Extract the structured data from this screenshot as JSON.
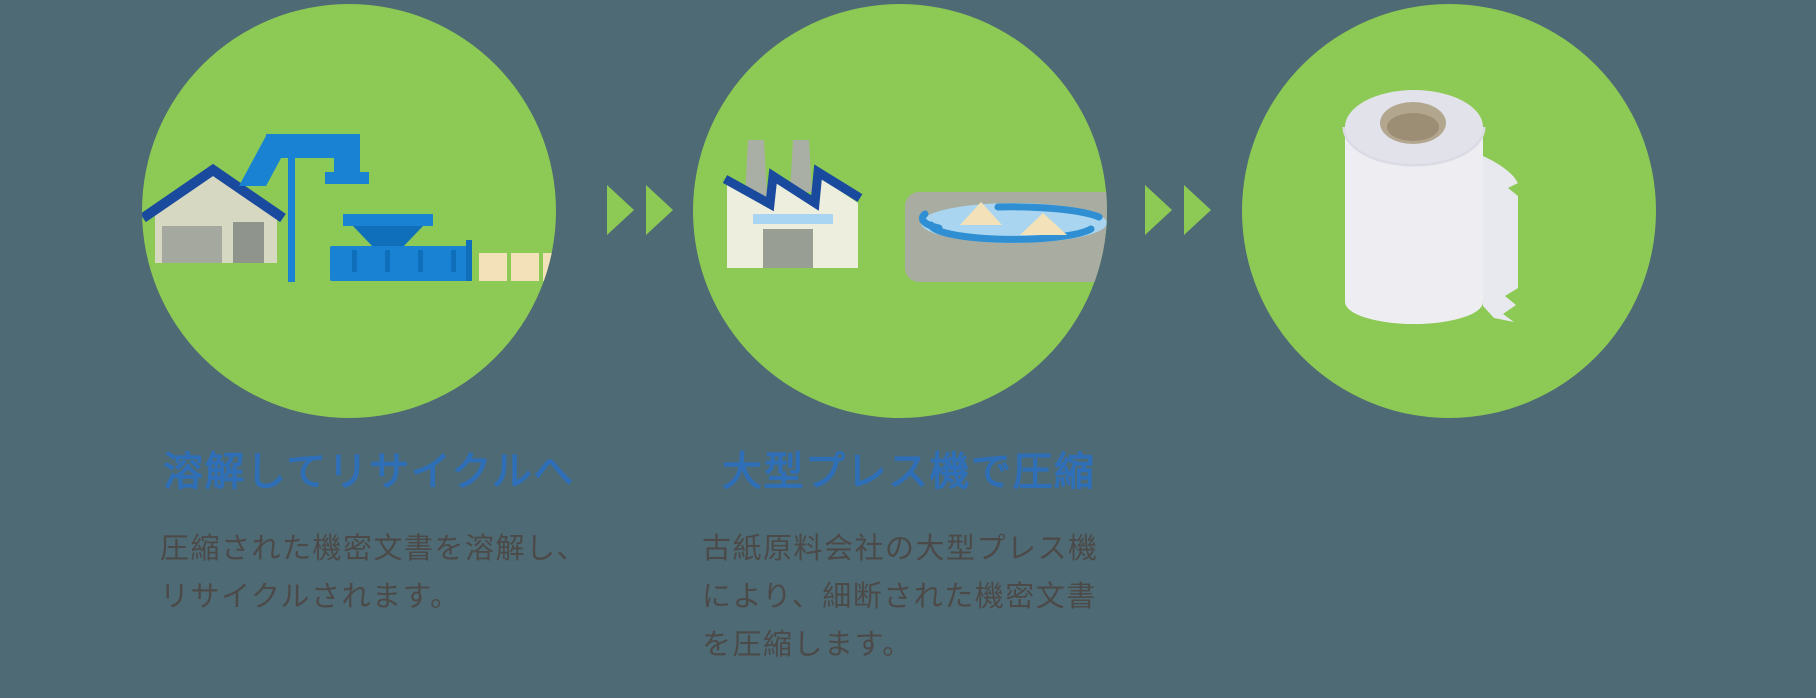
{
  "colors": {
    "background": "#4E6A74",
    "circle-green": "#8DC955",
    "arrow-green": "#8DC955",
    "heading-blue": "#2E6FB8",
    "body-text": "#4C4A48",
    "navy": "#1A4A9E",
    "machine-blue": "#1A82D2",
    "machine-blue-dark": "#0F6FBA",
    "cream": "#F3E2B9",
    "wall-sage": "#D6D8C1",
    "door-light": "#A4A89F",
    "door-dark": "#8F948D",
    "factory-wall": "#EDEEDE",
    "factory-door": "#999E95",
    "chimney-gray": "#A9AFA4",
    "window-blue": "#A9D5F2",
    "pool-gray": "#A9ACA0",
    "water-blue": "#A9D5F0",
    "swirl-blue": "#2F8FD2",
    "paper-white": "#EDEDF2",
    "paper-shade": "#E8E8EF",
    "paper-top": "#E2E2EA",
    "paper-rim": "#DBDBE5",
    "core-tan": "#B3A68E",
    "core-dark": "#9C8E74"
  },
  "steps": [
    {
      "illustration": "baling-press-warehouse",
      "heading": "溶解してリサイクルへ",
      "description_lines": [
        "圧縮された機密文書を溶解し、",
        "リサイクルされます。"
      ]
    },
    {
      "illustration": "factory-and-dissolving-pool",
      "heading": "大型プレス機で圧縮",
      "description_lines": [
        "古紙原料会社の大型プレス機",
        "により、細断された機密文書",
        "を圧縮します。"
      ]
    },
    {
      "illustration": "toilet-paper-roll",
      "heading": "",
      "description_lines": []
    }
  ],
  "arrows": {
    "icon": "double-chevron-right"
  }
}
